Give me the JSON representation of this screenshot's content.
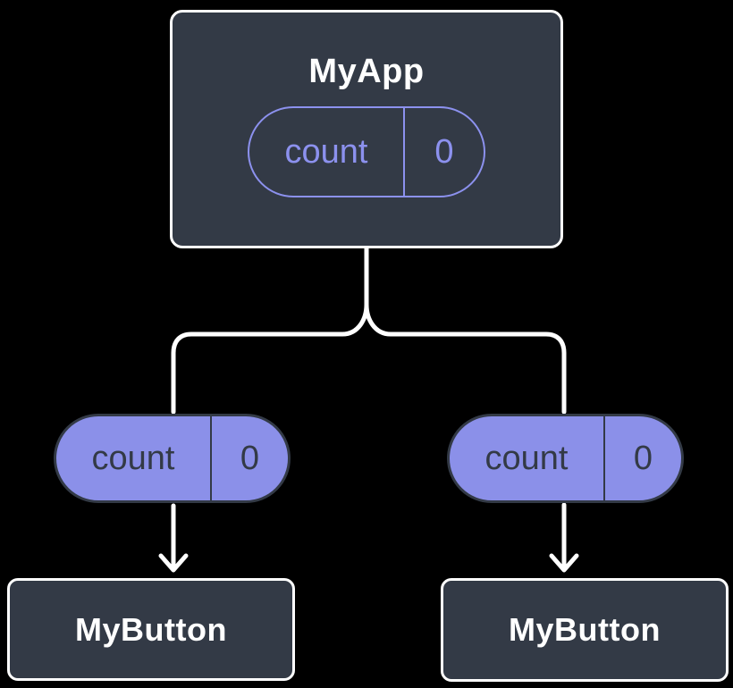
{
  "diagram": {
    "description": "Component tree showing shared state lifted to parent",
    "colors": {
      "background": "#000000",
      "node_fill": "#333A46",
      "node_border": "#FFFFFF",
      "accent_purple": "#8B90E9",
      "pill_outline_purple": "#8C91EE",
      "dark_text": "#333A46",
      "white_text": "#FFFFFF",
      "connector": "#FFFFFF"
    },
    "root": {
      "title": "MyApp",
      "state": {
        "name": "count",
        "value": "0"
      }
    },
    "children": [
      {
        "prop": {
          "name": "count",
          "value": "0"
        },
        "label": "MyButton"
      },
      {
        "prop": {
          "name": "count",
          "value": "0"
        },
        "label": "MyButton"
      }
    ]
  }
}
